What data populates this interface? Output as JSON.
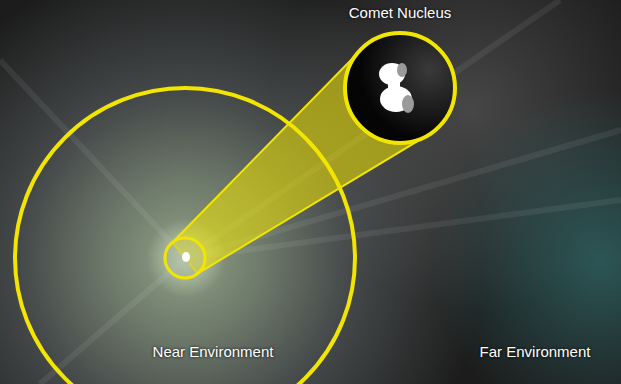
{
  "diagram": {
    "nodes": [
      {
        "text": [
          "Comet Nucleus"
        ]
      },
      {
        "text": [
          "Near Environment"
        ]
      }
    ],
    "labels": [
      "Far Environment"
    ]
  }
}
